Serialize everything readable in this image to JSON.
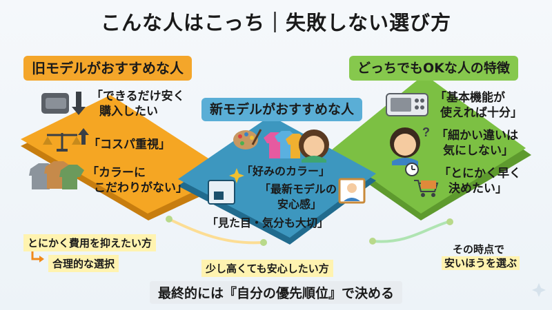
{
  "title": "こんな人はこっち｜失敗しない選び方",
  "colors": {
    "orange": "#f5a623",
    "blue": "#3d97bf",
    "green": "#7cc043",
    "label_orange": "#f4a62a",
    "label_blue": "#5aaed6",
    "label_green": "#86c84d",
    "note_bg": "#fff3b0"
  },
  "left": {
    "header": "旧モデルがおすすめな人",
    "items": [
      {
        "icon": "wallet-down-icon",
        "lines": [
          "「できるだけ安く",
          "購入したい"
        ]
      },
      {
        "icon": "scale-up-icon",
        "lines": [
          "「コスパ重視」"
        ]
      },
      {
        "icon": "clothes-icon",
        "lines": [
          "「カラーに",
          "こだわりがない」"
        ]
      }
    ],
    "note": "とにかく費用を抑えたい方",
    "sub_note": "合理的な選択"
  },
  "center": {
    "header": "新モデルがおすすめな人",
    "items": [
      "「好みのカラー」",
      "「最新モデルの",
      "安心感」",
      "「見た目・気分も大切」"
    ],
    "note": "少し高くても安心したい方"
  },
  "right": {
    "header": "どっちでもOKな人の特徴",
    "items": [
      {
        "icon": "device-icon",
        "lines": [
          "「基本機能が",
          "使えれば十分」"
        ]
      },
      {
        "icon": "person-question-icon",
        "lines": [
          "「細かい違いは",
          "気にしない」"
        ]
      },
      {
        "icon": "clock-cart-icon",
        "lines": [
          "「とにかく早く",
          "決めたい」"
        ]
      }
    ],
    "note_lines": [
      "その時点で",
      "安いほうを選ぶ"
    ]
  },
  "footer": "最終的には『自分の優先順位』で決める"
}
